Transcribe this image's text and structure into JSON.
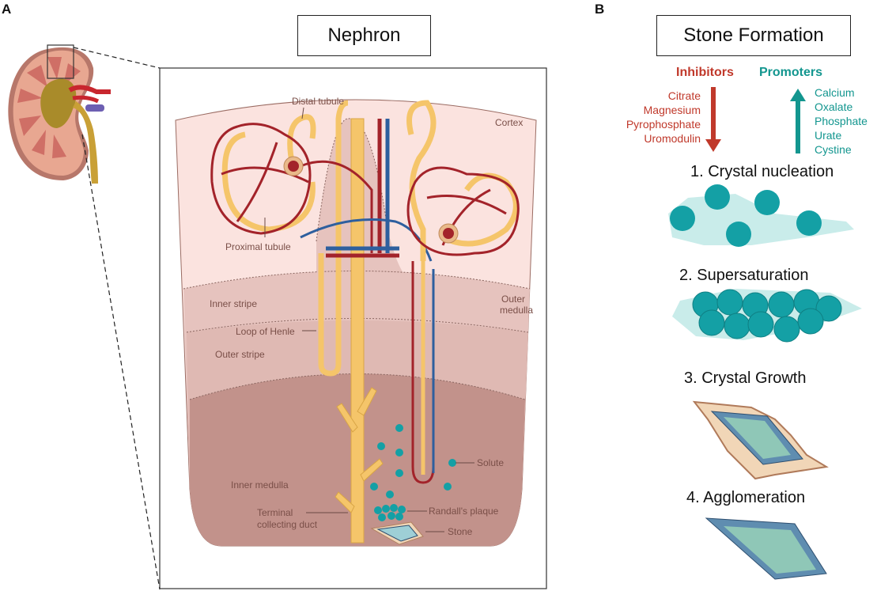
{
  "panel_a": {
    "letter": "A",
    "title": "Nephron",
    "labels": {
      "distal_tubule": "Distal tubule",
      "cortex": "Cortex",
      "proximal_tubule": "Proximal tubule",
      "inner_stripe": "Inner stripe",
      "outer_medulla_1": "Outer",
      "outer_medulla_2": "medulla",
      "loop_of_henle": "Loop of Henle",
      "outer_stripe": "Outer stripe",
      "inner_medulla": "Inner medulla",
      "solute": "Solute",
      "terminal_collecting_duct_1": "Terminal",
      "terminal_collecting_duct_2": "collecting duct",
      "randalls_plaque": "Randall's plaque",
      "stone": "Stone"
    }
  },
  "panel_b": {
    "letter": "B",
    "title": "Stone Formation",
    "inhibitors": {
      "heading": "Inhibitors",
      "items": [
        "Citrate",
        "Magnesium",
        "Pyrophosphate",
        "Uromodulin"
      ]
    },
    "promoters": {
      "heading": "Promoters",
      "items": [
        "Calcium",
        "Oxalate",
        "Phosphate",
        "Urate",
        "Cystine"
      ]
    },
    "steps": [
      {
        "label": "1.  Crystal nucleation"
      },
      {
        "label": "2. Supersaturation"
      },
      {
        "label": "3. Crystal Growth"
      },
      {
        "label": "4. Agglomeration"
      }
    ]
  },
  "colors": {
    "inhibitor": "#c0392b",
    "promoter": "#13968f",
    "crystal": "#14a0a5",
    "tubule": "#f5c56a",
    "artery": "#a3232a",
    "vein": "#2e5f9e"
  }
}
